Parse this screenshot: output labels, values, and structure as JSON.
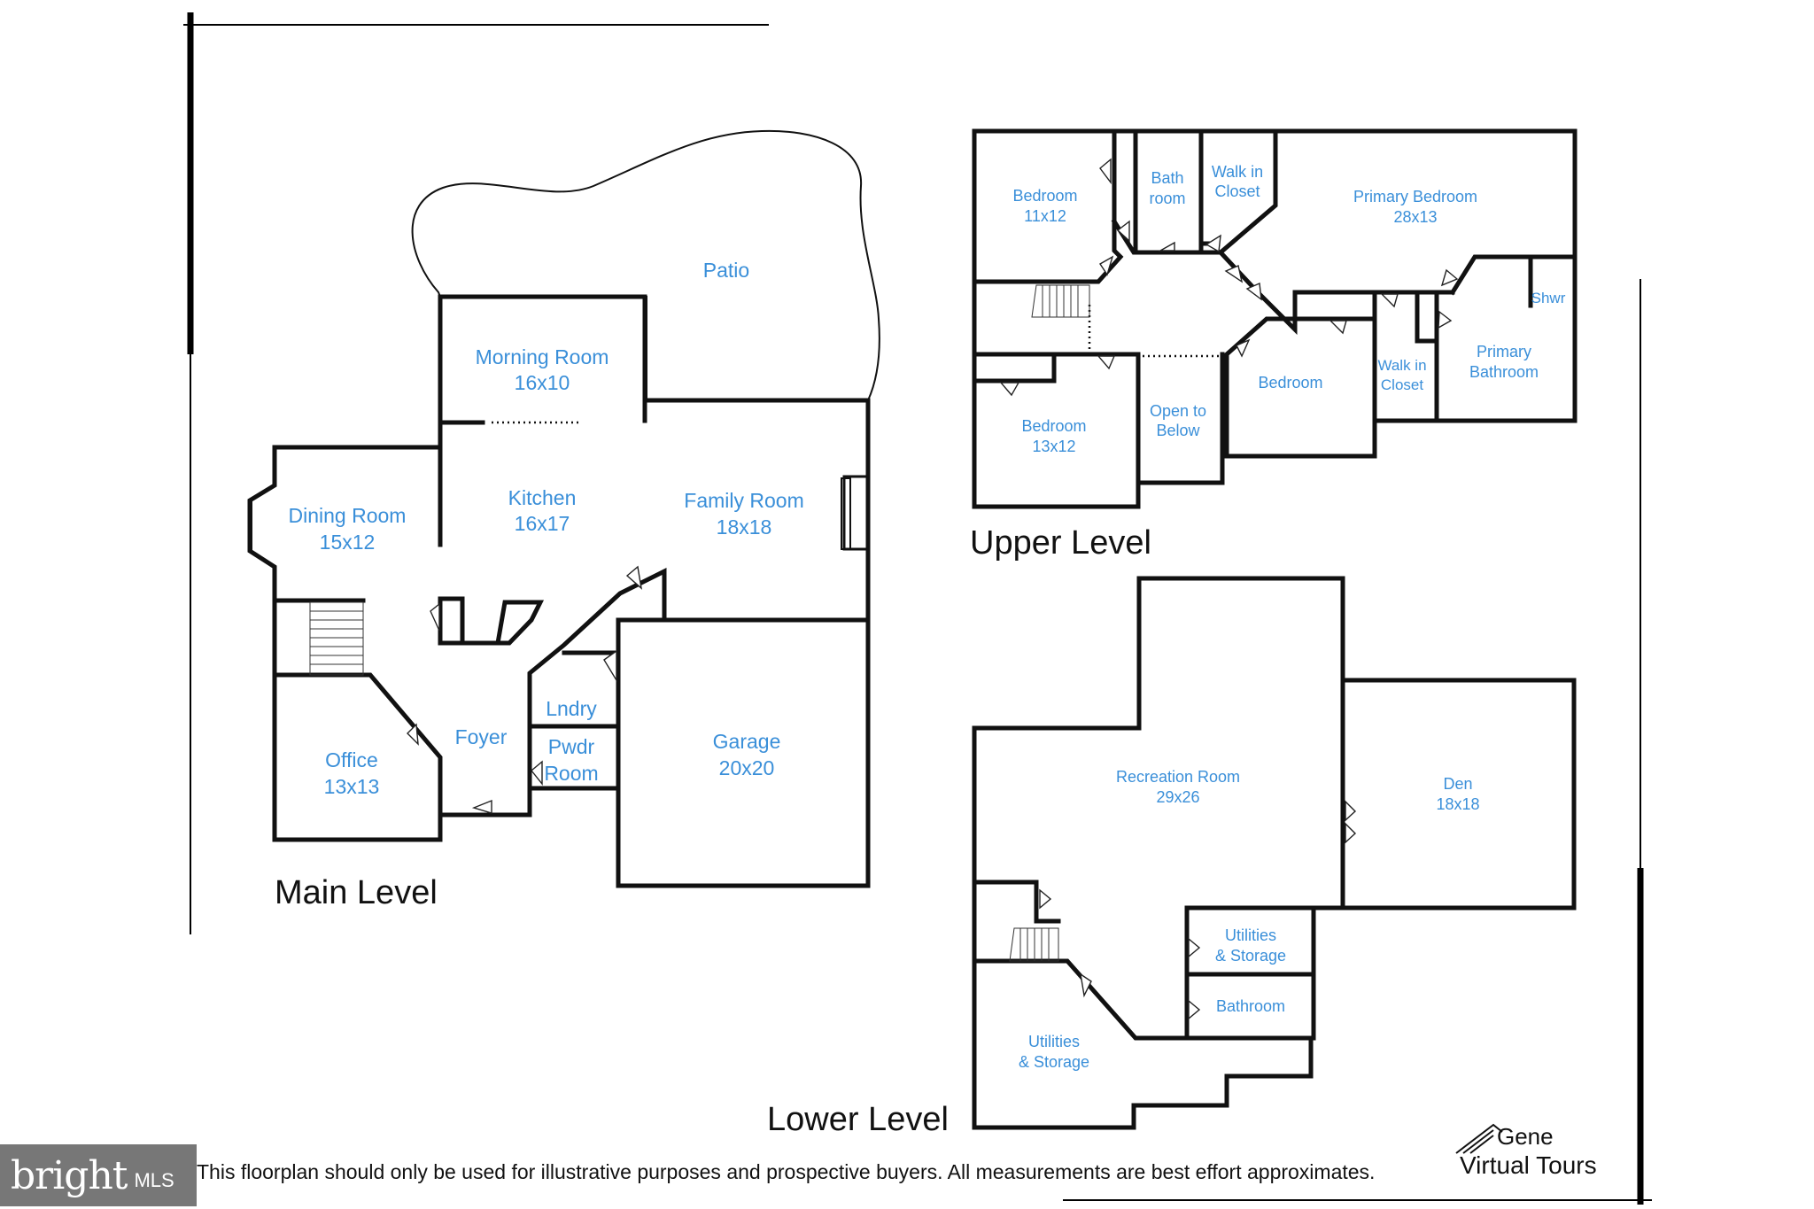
{
  "main_level": {
    "title": "Main Level",
    "rooms": {
      "patio": {
        "name": "Patio"
      },
      "morning_room": {
        "name": "Morning Room",
        "size": "16x10"
      },
      "dining_room": {
        "name": "Dining Room",
        "size": "15x12"
      },
      "kitchen": {
        "name": "Kitchen",
        "size": "16x17"
      },
      "family_room": {
        "name": "Family Room",
        "size": "18x18"
      },
      "foyer": {
        "name": "Foyer"
      },
      "office": {
        "name": "Office",
        "size": "13x13"
      },
      "laundry": {
        "name": "Lndry"
      },
      "powder_room": {
        "name": "Pwdr",
        "name2": "Room"
      },
      "garage": {
        "name": "Garage",
        "size": "20x20"
      }
    }
  },
  "upper_level": {
    "title": "Upper Level",
    "rooms": {
      "bedroom_1": {
        "name": "Bedroom",
        "size": "11x12"
      },
      "bathroom": {
        "name": "Bath",
        "name2": "room"
      },
      "walk_in_closet_1": {
        "name": "Walk in",
        "name2": "Closet"
      },
      "primary_bedroom": {
        "name": "Primary Bedroom",
        "size": "28x13"
      },
      "shower": {
        "name": "Shwr"
      },
      "primary_bathroom": {
        "name": "Primary",
        "name2": "Bathroom"
      },
      "walk_in_closet_2": {
        "name": "Walk in",
        "name2": "Closet"
      },
      "bedroom_2": {
        "name": "Bedroom"
      },
      "open_to_below": {
        "name": "Open to",
        "name2": "Below"
      },
      "bedroom_3": {
        "name": "Bedroom",
        "size": "13x12"
      }
    }
  },
  "lower_level": {
    "title": "Lower Level",
    "rooms": {
      "recreation_room": {
        "name": "Recreation Room",
        "size": "29x26"
      },
      "den": {
        "name": "Den",
        "size": "18x18"
      },
      "utilities_storage_1": {
        "name": "Utilities",
        "name2": "& Storage"
      },
      "bathroom": {
        "name": "Bathroom"
      },
      "utilities_storage_2": {
        "name": "Utilities",
        "name2": "& Storage"
      }
    }
  },
  "footer": {
    "disclaimer": "This floorplan should only be used for illustrative purposes and prospective buyers. All measurements are best effort approximates.",
    "badge_logo": "bright",
    "badge_mls": "MLS",
    "brand_line1": "Gene",
    "brand_line2": "Virtual Tours"
  },
  "colors": {
    "label": "#3a8fd9",
    "wall": "#111111",
    "badge": "#777777"
  }
}
